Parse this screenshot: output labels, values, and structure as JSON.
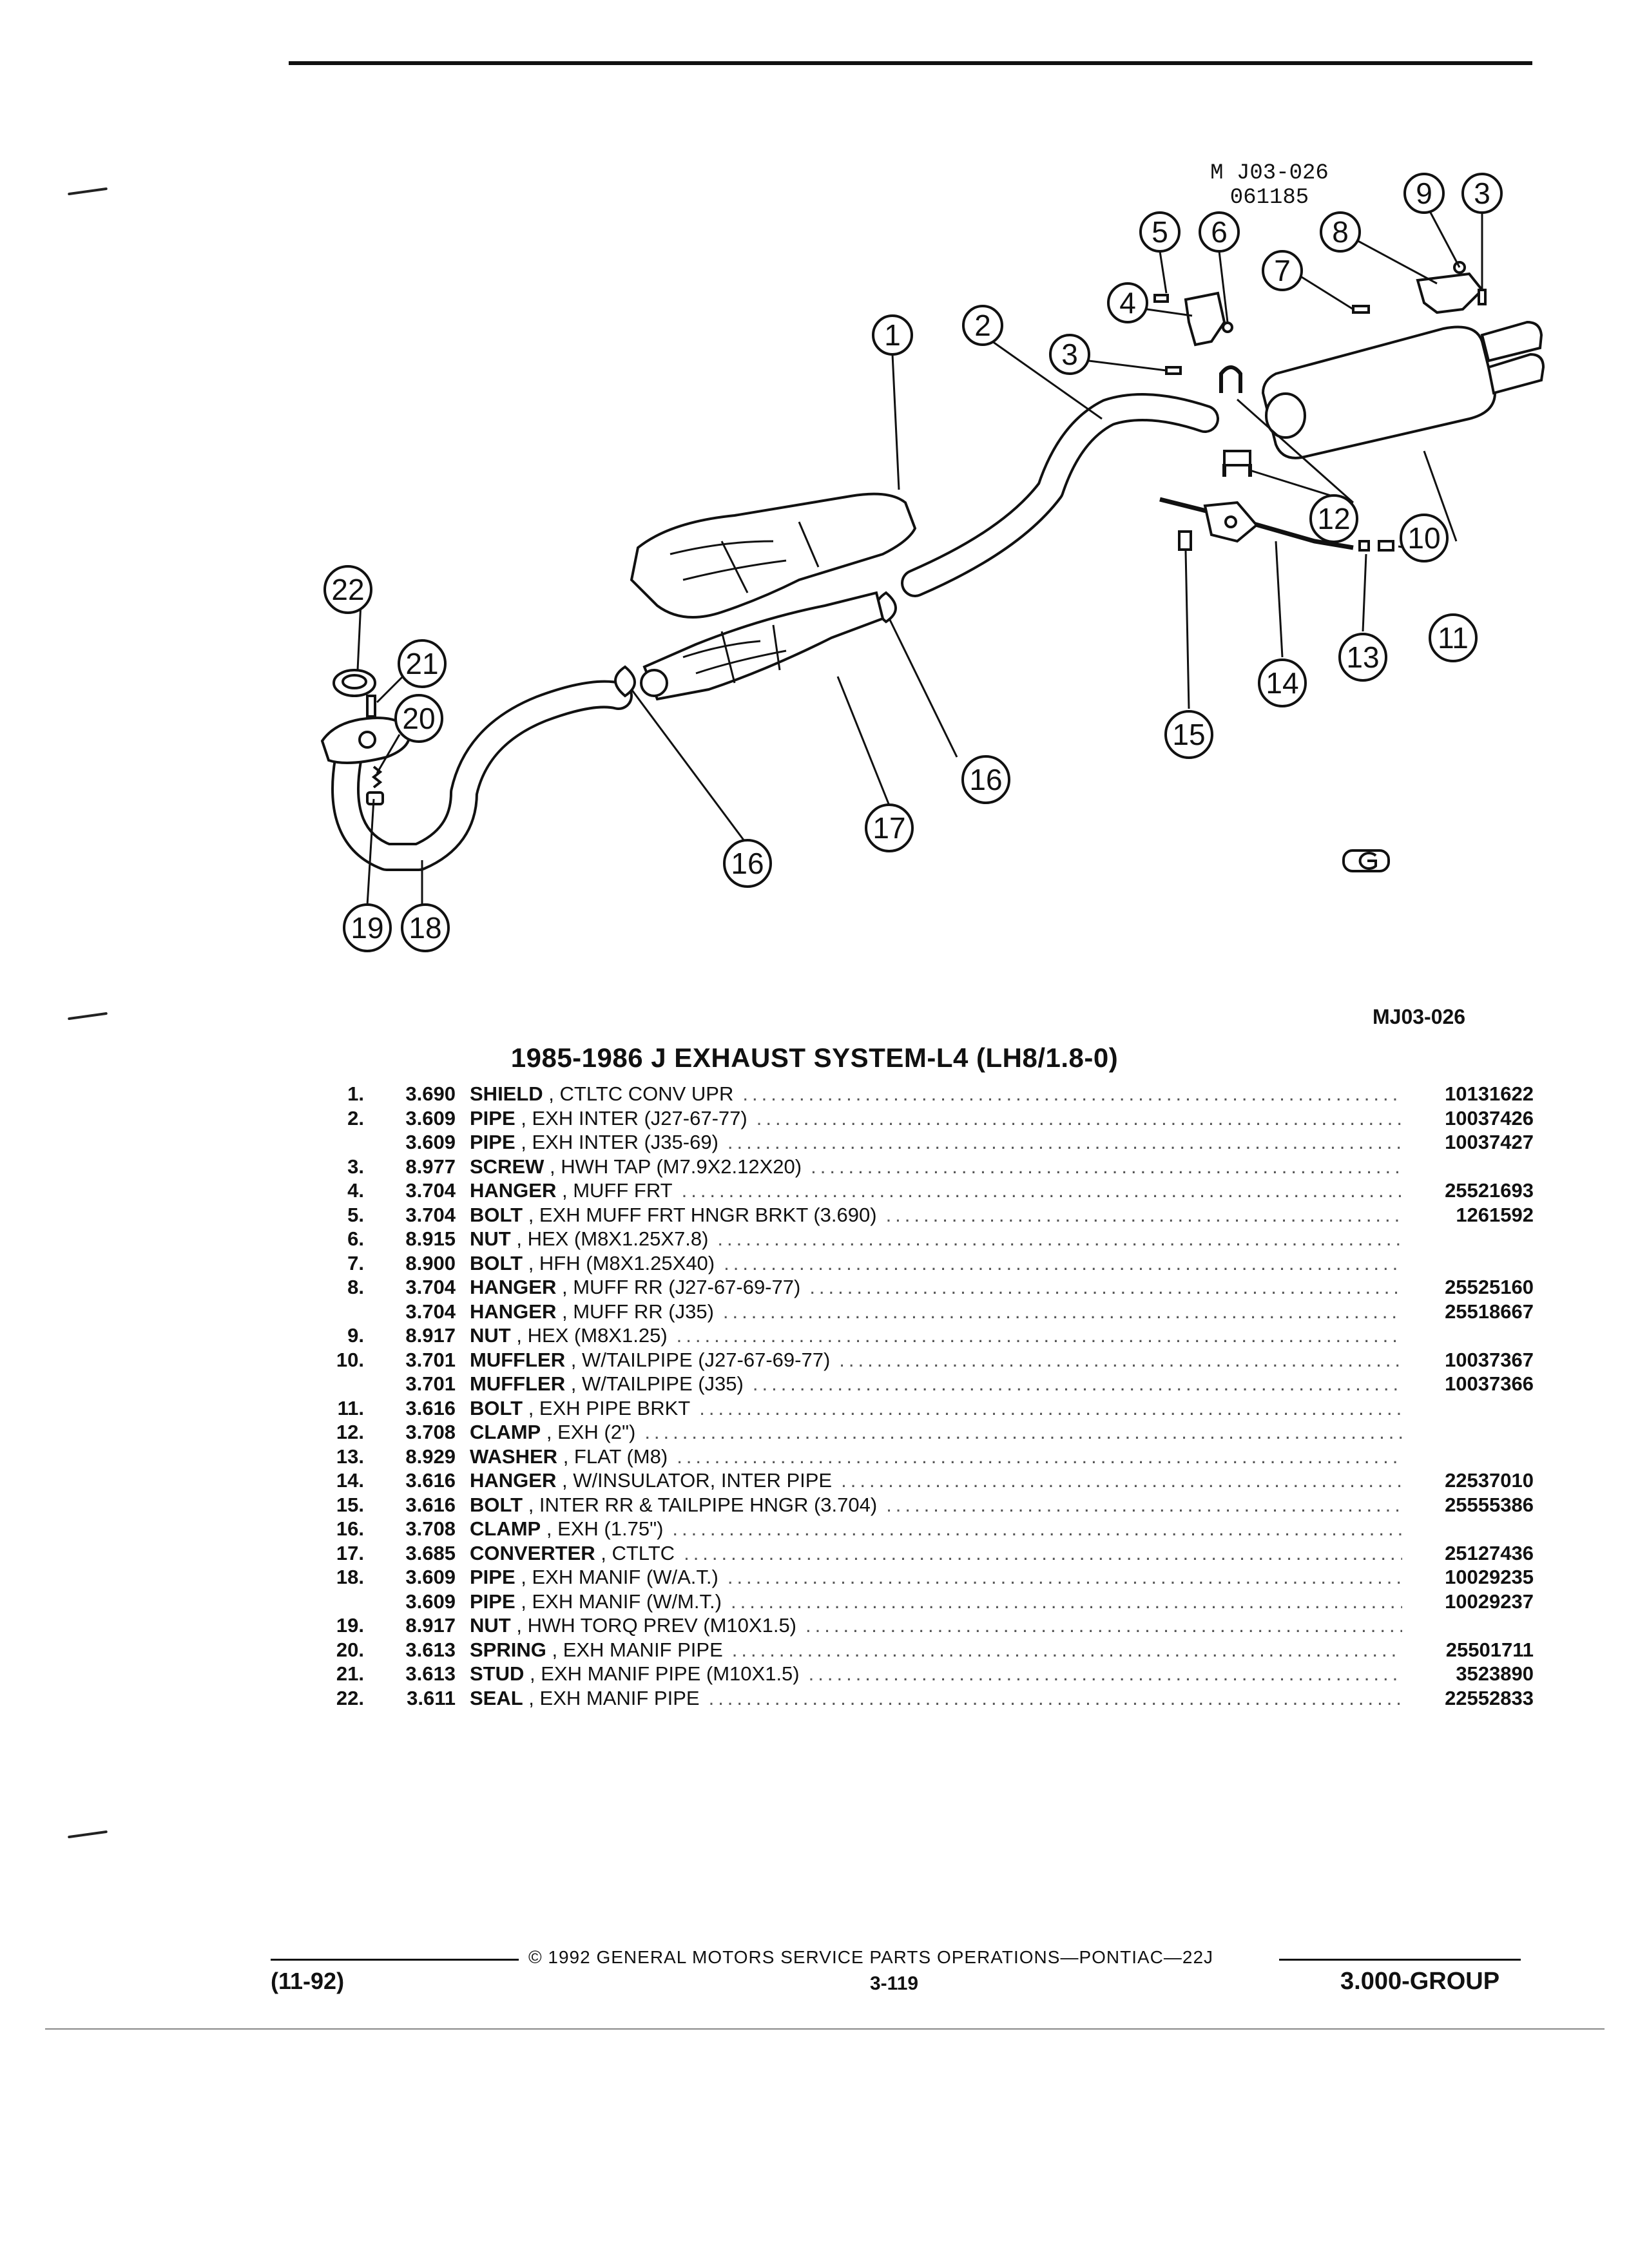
{
  "diagram": {
    "drawing_number": "M J03-026",
    "drawing_date": "061185",
    "callouts": [
      "1",
      "2",
      "3",
      "3",
      "4",
      "5",
      "6",
      "7",
      "8",
      "9",
      "10",
      "11",
      "12",
      "13",
      "14",
      "15",
      "16",
      "16",
      "17",
      "18",
      "19",
      "20",
      "21",
      "22"
    ],
    "logo_icon": "gm-logo-icon"
  },
  "drawing_code": "MJ03-026",
  "section_title": "1985-1986 J EXHAUST SYSTEM-L4 (LH8/1.8-0)",
  "parts": [
    {
      "item": "1.",
      "group": "3.690",
      "name": "SHIELD",
      "detail": "CTLTC CONV UPR",
      "part": "10131622"
    },
    {
      "item": "2.",
      "group": "3.609",
      "name": "PIPE",
      "detail": "EXH INTER (J27-67-77)",
      "part": "10037426"
    },
    {
      "item": "",
      "group": "3.609",
      "name": "PIPE",
      "detail": "EXH INTER (J35-69)",
      "part": "10037427"
    },
    {
      "item": "3.",
      "group": "8.977",
      "name": "SCREW",
      "detail": "HWH TAP (M7.9X2.12X20)",
      "part": ""
    },
    {
      "item": "4.",
      "group": "3.704",
      "name": "HANGER",
      "detail": "MUFF FRT",
      "part": "25521693"
    },
    {
      "item": "5.",
      "group": "3.704",
      "name": "BOLT",
      "detail": "EXH MUFF FRT HNGR BRKT (3.690)",
      "part": "1261592"
    },
    {
      "item": "6.",
      "group": "8.915",
      "name": "NUT",
      "detail": "HEX (M8X1.25X7.8)",
      "part": ""
    },
    {
      "item": "7.",
      "group": "8.900",
      "name": "BOLT",
      "detail": "HFH (M8X1.25X40)",
      "part": ""
    },
    {
      "item": "8.",
      "group": "3.704",
      "name": "HANGER",
      "detail": "MUFF RR (J27-67-69-77)",
      "part": "25525160"
    },
    {
      "item": "",
      "group": "3.704",
      "name": "HANGER",
      "detail": "MUFF RR (J35)",
      "part": "25518667"
    },
    {
      "item": "9.",
      "group": "8.917",
      "name": "NUT",
      "detail": "HEX (M8X1.25)",
      "part": ""
    },
    {
      "item": "10.",
      "group": "3.701",
      "name": "MUFFLER",
      "detail": "W/TAILPIPE (J27-67-69-77)",
      "part": "10037367"
    },
    {
      "item": "",
      "group": "3.701",
      "name": "MUFFLER",
      "detail": "W/TAILPIPE (J35)",
      "part": "10037366"
    },
    {
      "item": "11.",
      "group": "3.616",
      "name": "BOLT",
      "detail": "EXH PIPE BRKT",
      "part": ""
    },
    {
      "item": "12.",
      "group": "3.708",
      "name": "CLAMP",
      "detail": "EXH (2\")",
      "part": ""
    },
    {
      "item": "13.",
      "group": "8.929",
      "name": "WASHER",
      "detail": "FLAT (M8)",
      "part": ""
    },
    {
      "item": "14.",
      "group": "3.616",
      "name": "HANGER",
      "detail": "W/INSULATOR, INTER PIPE",
      "part": "22537010"
    },
    {
      "item": "15.",
      "group": "3.616",
      "name": "BOLT",
      "detail": "INTER RR & TAILPIPE HNGR (3.704)",
      "part": "25555386"
    },
    {
      "item": "16.",
      "group": "3.708",
      "name": "CLAMP",
      "detail": "EXH (1.75\")",
      "part": ""
    },
    {
      "item": "17.",
      "group": "3.685",
      "name": "CONVERTER",
      "detail": "CTLTC",
      "part": "25127436"
    },
    {
      "item": "18.",
      "group": "3.609",
      "name": "PIPE",
      "detail": "EXH MANIF (W/A.T.)",
      "part": "10029235"
    },
    {
      "item": "",
      "group": "3.609",
      "name": "PIPE",
      "detail": "EXH MANIF (W/M.T.)",
      "part": "10029237"
    },
    {
      "item": "19.",
      "group": "8.917",
      "name": "NUT",
      "detail": "HWH TORQ PREV (M10X1.5)",
      "part": ""
    },
    {
      "item": "20.",
      "group": "3.613",
      "name": "SPRING",
      "detail": "EXH MANIF PIPE",
      "part": "25501711"
    },
    {
      "item": "21.",
      "group": "3.613",
      "name": "STUD",
      "detail": "EXH MANIF PIPE (M10X1.5)",
      "part": "3523890"
    },
    {
      "item": "22.",
      "group": "3.611",
      "name": "SEAL",
      "detail": "EXH MANIF PIPE",
      "part": "22552833"
    }
  ],
  "footer": {
    "copyright": "© 1992 GENERAL MOTORS SERVICE PARTS OPERATIONS—PONTIAC—22J",
    "page": "3-119",
    "date": "(11-92)",
    "group": "3.000-GROUP"
  }
}
